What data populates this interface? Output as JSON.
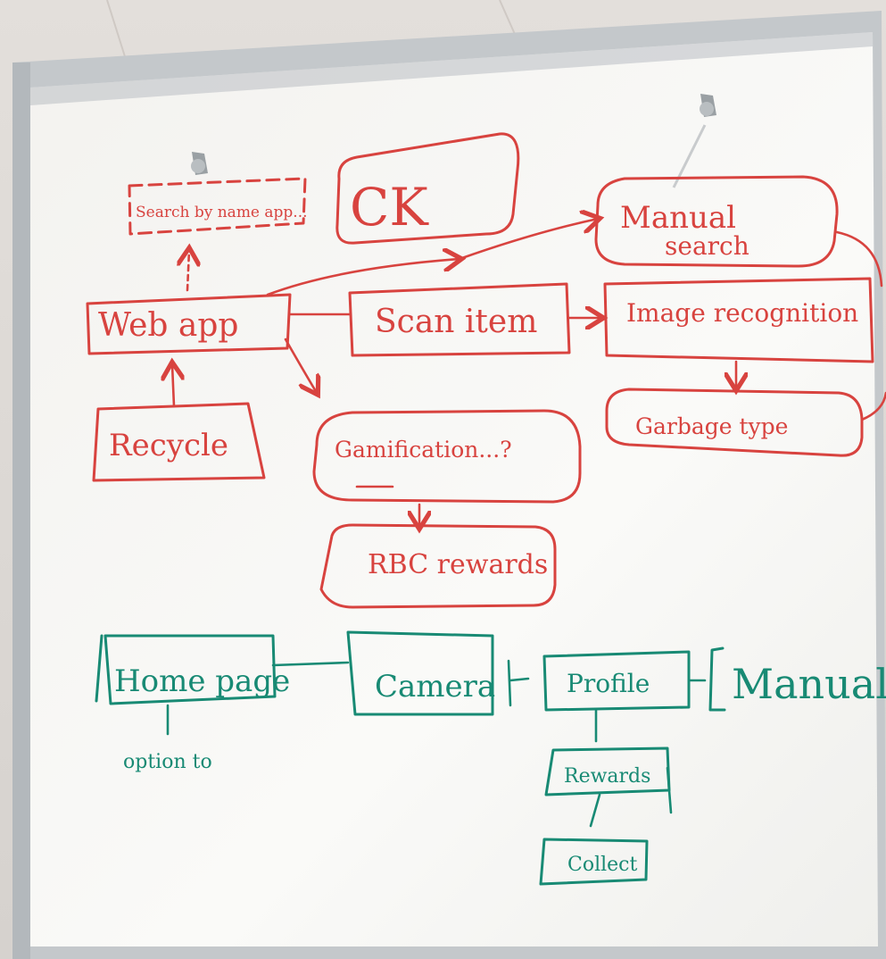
{
  "red": {
    "searchbyname": "Search by name app...",
    "ck": "CK",
    "manual_line1": "Manual",
    "manual_line2": "search",
    "webapp": "Web app",
    "scanitem": "Scan item",
    "imagerec": "Image recognition",
    "recycle": "Recycle",
    "gamification": "Gamification...?",
    "garbage": "Garbage type",
    "rbc": "RBC rewards"
  },
  "green": {
    "homepage": "Home page",
    "camera": "Camera",
    "profile": "Profile",
    "manual": "Manual",
    "rewards": "Rewards",
    "option": "option to",
    "collect": "Collect"
  },
  "colors": {
    "red_marker": "#d8433f",
    "green_marker": "#188a74",
    "board": "#f6f6f4",
    "frame": "#c9ccce"
  }
}
